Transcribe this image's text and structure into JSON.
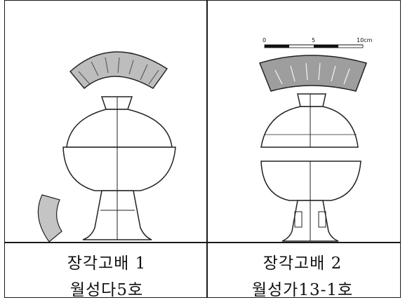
{
  "figures": [
    {
      "name": "장각고배 1",
      "site": "월성다5호"
    },
    {
      "name": "장각고배 2",
      "site": "월성가13-1호"
    }
  ],
  "scale_bar": {
    "ticks": [
      "0",
      "5",
      "10cm"
    ]
  }
}
